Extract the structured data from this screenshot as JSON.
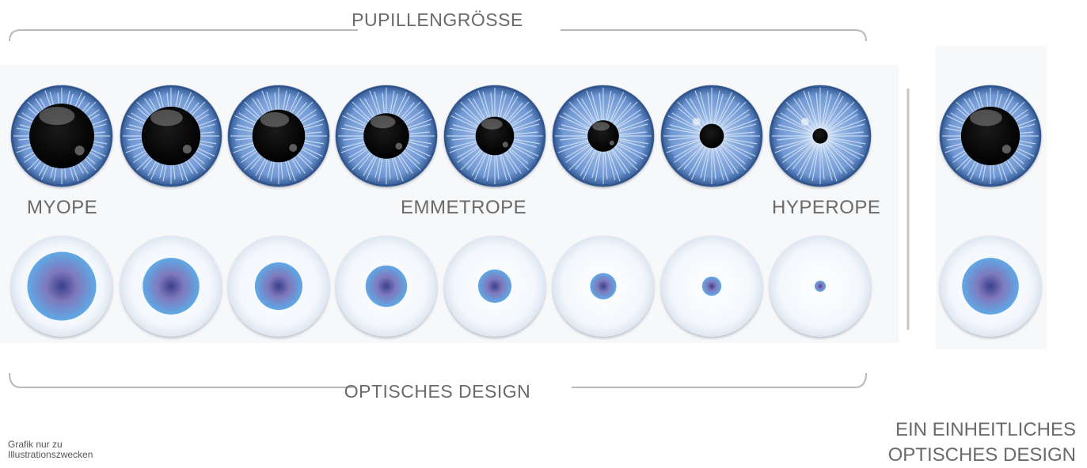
{
  "top_label": "PUPILLENGRÖSSE",
  "bottom_label": "OPTISCHES DESIGN",
  "categories": {
    "myope": "MYOPE",
    "emmetrope": "EMMETROPE",
    "hyperope": "HYPEROPE"
  },
  "single_design": {
    "line1": "EIN EINHEITLICHES",
    "line2": "OPTISCHES DESIGN"
  },
  "note": {
    "line1": "Grafik nur zu",
    "line2": "Illustrationszwecken"
  },
  "eyes": {
    "pupil_fraction": [
      0.64,
      0.58,
      0.52,
      0.45,
      0.38,
      0.31,
      0.24,
      0.15
    ],
    "single_pupil_fraction": 0.58
  },
  "lenses": {
    "zone_fraction": [
      0.68,
      0.56,
      0.47,
      0.41,
      0.33,
      0.26,
      0.19,
      0.11
    ],
    "single_zone_fraction": 0.56
  },
  "colors": {
    "iris": "#6f97d3",
    "iris_dark": "#3c67b4",
    "pupil": "#000000",
    "zone_outer": "#5fa9e6",
    "zone_inner": "#3a3f8c",
    "bracket": "#b9b9b9",
    "background": "#f7f8fa"
  }
}
